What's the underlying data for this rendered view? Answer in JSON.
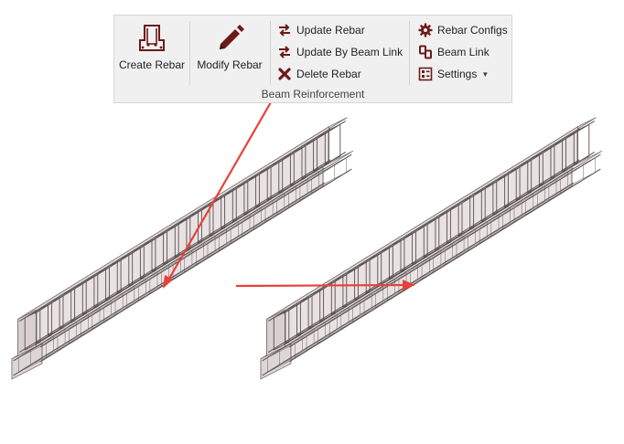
{
  "ribbon": {
    "group_title": "Beam Reinforcement",
    "create_rebar": {
      "label": "Create Rebar",
      "icon": "rebar-section-icon"
    },
    "modify_rebar": {
      "label": "Modify Rebar",
      "icon": "pencil-icon"
    },
    "update_rebar": {
      "label": "Update Rebar",
      "icon": "swap-arrows-icon"
    },
    "update_by_beam_link": {
      "label": "Update By Beam Link",
      "icon": "swap-arrows-icon"
    },
    "delete_rebar": {
      "label": "Delete Rebar",
      "icon": "delete-x-icon"
    },
    "rebar_configs": {
      "label": "Rebar Configs",
      "icon": "gear-icon"
    },
    "beam_link": {
      "label": "Beam Link",
      "icon": "link-icon"
    },
    "settings": {
      "label": "Settings",
      "icon": "settings-grid-icon",
      "has_dropdown": true
    }
  },
  "colors": {
    "icon_dark_red": "#6b1a1a",
    "arrow_red": "#e8413c",
    "beam_fill": "#e8e2e2",
    "rebar_line": "#5a5050"
  }
}
